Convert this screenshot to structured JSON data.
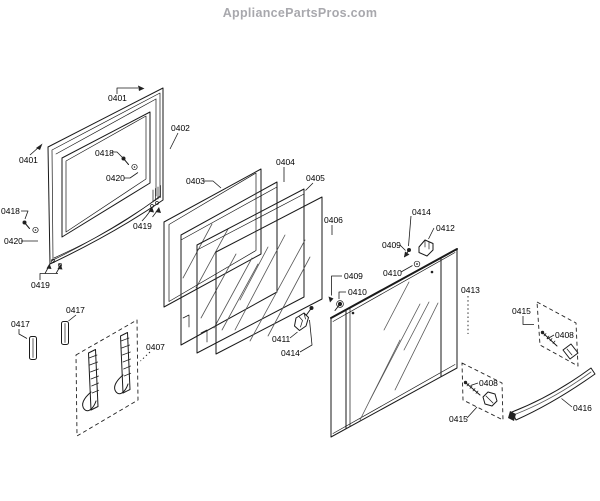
{
  "header": {
    "brand": "AppliancePartsPros.com"
  },
  "diagram_type": "exploded-parts-diagram-oven-door",
  "colors": {
    "background": "#ffffff",
    "line": "#1a1a1a",
    "reflection": "#565656",
    "brand_text": "#a8a8ad",
    "label_text": "#000000"
  },
  "parts": {
    "0401": "0401",
    "0402": "0402",
    "0403": "0403",
    "0404": "0404",
    "0405": "0405",
    "0406": "0406",
    "0407": "0407",
    "0408": "0408",
    "0409": "0409",
    "0410": "0410",
    "0411": "0411",
    "0412": "0412",
    "0413": "0413",
    "0414": "0414",
    "0415": "0415",
    "0416": "0416",
    "0417": "0417",
    "0418": "0418",
    "0419": "0419",
    "0420": "0420"
  },
  "callout_instances": [
    "0401",
    "0401",
    "0402",
    "0403",
    "0404",
    "0405",
    "0406",
    "0407",
    "0408",
    "0408",
    "0409",
    "0409",
    "0410",
    "0410",
    "0411",
    "0412",
    "0413",
    "0414",
    "0414",
    "0415",
    "0415",
    "0416",
    "0417",
    "0417",
    "0418",
    "0418",
    "0419",
    "0419",
    "0420",
    "0420"
  ]
}
